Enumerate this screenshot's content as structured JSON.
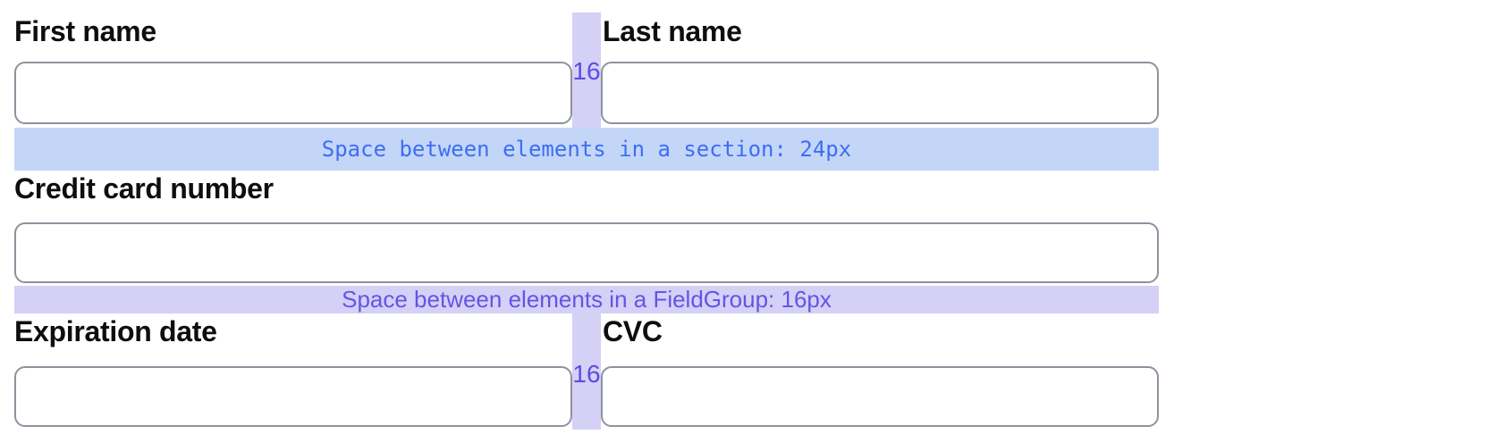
{
  "form": {
    "fields": {
      "first_name": {
        "label": "First name",
        "value": ""
      },
      "last_name": {
        "label": "Last name",
        "value": ""
      },
      "credit_card": {
        "label": "Credit card number",
        "value": ""
      },
      "expiration": {
        "label": "Expiration date",
        "value": ""
      },
      "cvc": {
        "label": "CVC",
        "value": ""
      }
    }
  },
  "annotations": {
    "section_gap": {
      "label": "Space between elements in a section: 24px"
    },
    "fieldgroup_gap": {
      "label": "Space between elements in a FieldGroup: 16px"
    },
    "horizontal_gap": {
      "label": "16"
    },
    "colors": {
      "section_strip_bg": "#c4d6f8",
      "section_strip_text": "#3d6ef2",
      "fieldgroup_strip_bg": "#d5d0f5",
      "fieldgroup_strip_text": "#6355e6",
      "gap_label_text": "#5b4ce2",
      "input_border": "#8d929d",
      "label_text": "#0d0e10"
    }
  }
}
